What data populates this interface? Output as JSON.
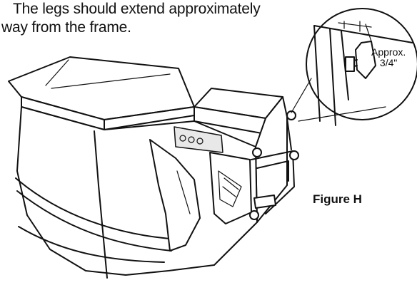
{
  "instruction": {
    "line1": "The legs should extend approximately",
    "line2": "way from the frame."
  },
  "figure": {
    "label": "Figure H",
    "measurement_line1": "Approx.",
    "measurement_line2": "3/4\""
  }
}
